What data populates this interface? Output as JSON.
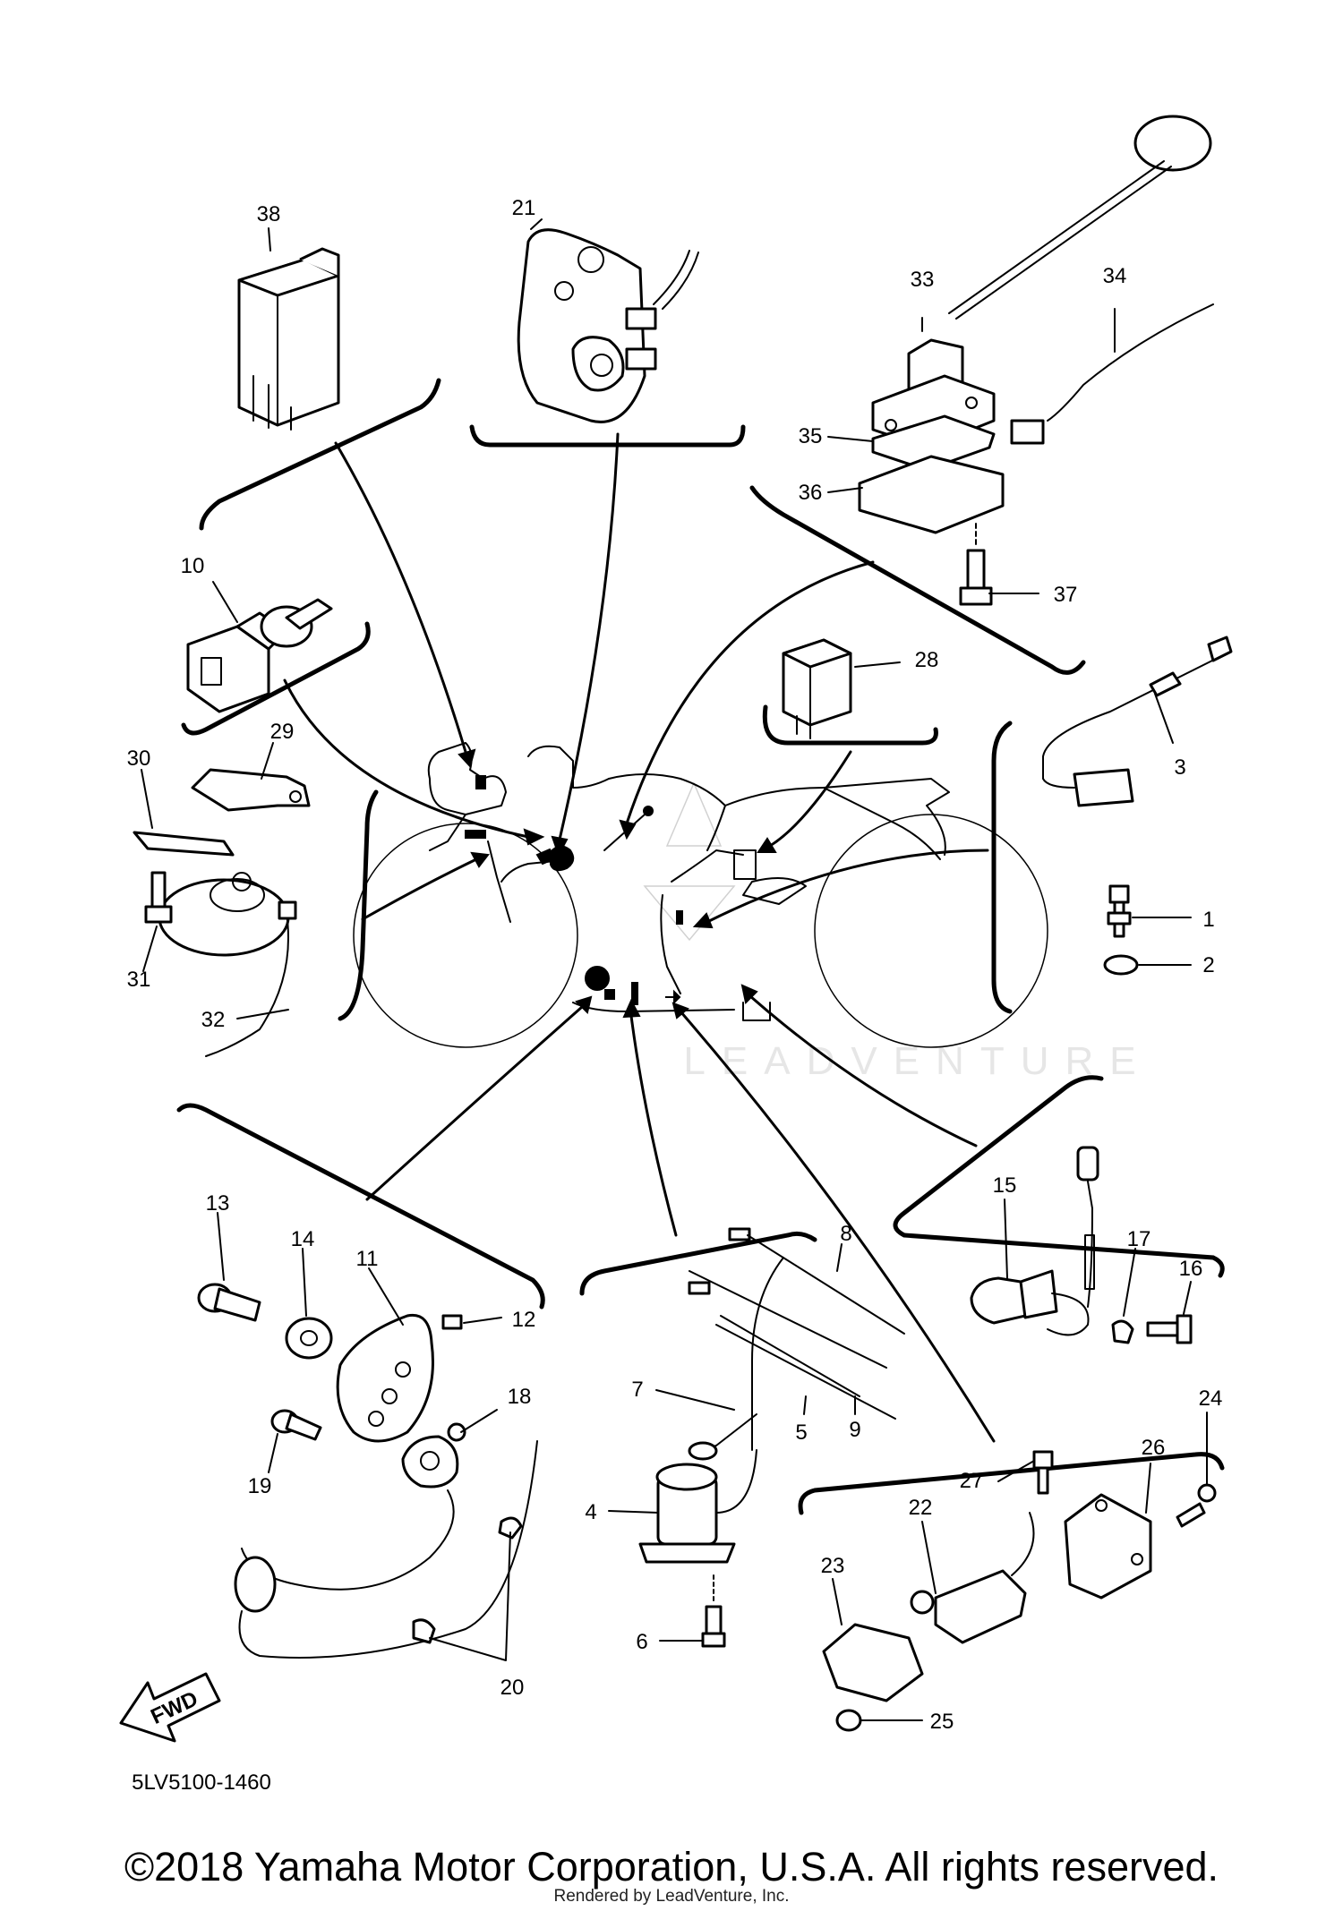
{
  "diagram": {
    "watermark": "LEADVENTURE",
    "part_code": "5LV5100-1460",
    "fwd_label": "FWD",
    "callouts": [
      "1",
      "2",
      "3",
      "4",
      "5",
      "6",
      "7",
      "8",
      "9",
      "10",
      "11",
      "12",
      "13",
      "14",
      "15",
      "16",
      "17",
      "18",
      "19",
      "20",
      "21",
      "22",
      "23",
      "24",
      "25",
      "26",
      "27",
      "28",
      "29",
      "30",
      "31",
      "32",
      "33",
      "34",
      "35",
      "36",
      "37",
      "38"
    ]
  },
  "footer": {
    "copyright": "©2018 Yamaha Motor Corporation, U.S.A. All rights reserved.",
    "rendered_by": "Rendered by LeadVenture, Inc."
  }
}
